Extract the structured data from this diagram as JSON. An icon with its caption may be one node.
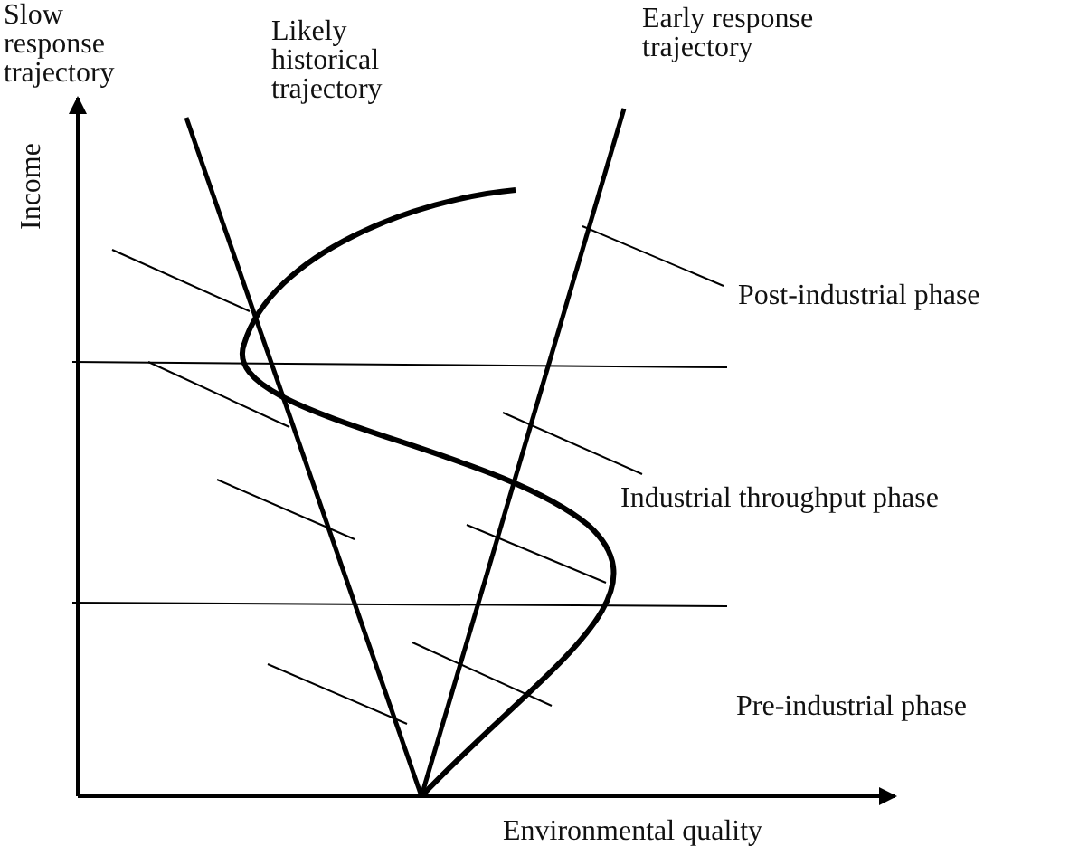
{
  "diagram": {
    "labels": [
      "Slow response trajectory",
      "Likely historical trajectory",
      "Early response trajectory",
      "Post-industrial phase",
      "Industrial throughput phase",
      "Pre-industrial phase",
      "Income",
      "Environmental quality"
    ]
  }
}
